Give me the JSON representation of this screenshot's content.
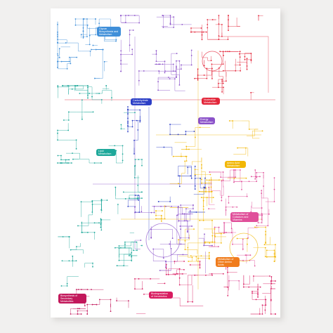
{
  "poster": {
    "background": "#ffffff",
    "categories": [
      {
        "id": "glycan",
        "text": "Glycan Biosynthesis and Metabolism",
        "color": "#3f8fd9"
      },
      {
        "id": "carbohydrate",
        "text": "Carbohydrate Metabolism",
        "color": "#2c3fc6"
      },
      {
        "id": "nucleotide",
        "text": "Nucleotide Metabolism",
        "color": "#e3263a"
      },
      {
        "id": "energy",
        "text": "Energy Metabolism",
        "color": "#8b52c9"
      },
      {
        "id": "lipid",
        "text": "Lipid Metabolism",
        "color": "#1ea89a"
      },
      {
        "id": "amino-acid",
        "text": "Amino Acid Metabolism",
        "color": "#f2b705"
      },
      {
        "id": "cofactors",
        "text": "Metabolism of Cofactors and Vitamins",
        "color": "#e0509a"
      },
      {
        "id": "other-amino",
        "text": "Metabolism of Other Amino Acids",
        "color": "#f07c1c"
      },
      {
        "id": "secondary",
        "text": "Biosynthesis of Secondary Metabolites",
        "color": "#c2185b"
      },
      {
        "id": "xenobiotics",
        "text": "Biodegradation of Xenobiotics",
        "color": "#d81b60"
      }
    ]
  }
}
